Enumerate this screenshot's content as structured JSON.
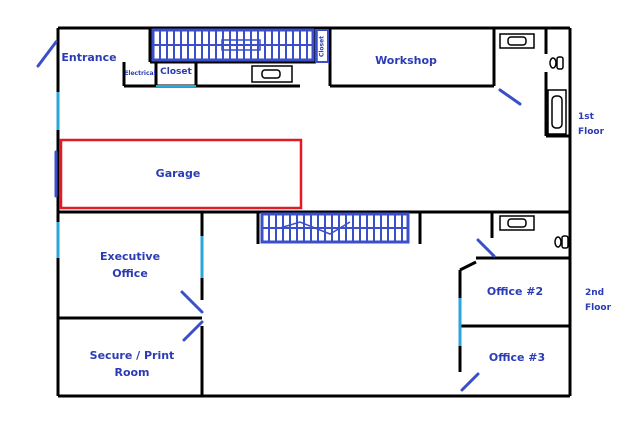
{
  "rooms": {
    "entrance": "Entrance",
    "electrical": "Electrical",
    "closet_small": "Closet",
    "closet_vertical": "Closet",
    "workshop": "Workshop",
    "garage": "Garage",
    "executive_office_line1": "Executive",
    "executive_office_line2": "Office",
    "secure_print_line1": "Secure / Print",
    "secure_print_line2": "Room",
    "office2": "Office #2",
    "office3": "Office #3"
  },
  "floors": {
    "first_line1": "1st",
    "first_line2": "Floor",
    "second_line1": "2nd",
    "second_line2": "Floor"
  },
  "colors": {
    "wall": "#000000",
    "label": "#2b3bb5",
    "door": "#3a4fc8",
    "window": "#2aa7d8",
    "stairs": "#3a4fc8",
    "garage_outline": "#e01b24"
  },
  "icons": [
    "stairs-icon",
    "sink-icon",
    "toilet-icon",
    "bathtub-icon",
    "door-swing-icon",
    "window-icon"
  ]
}
